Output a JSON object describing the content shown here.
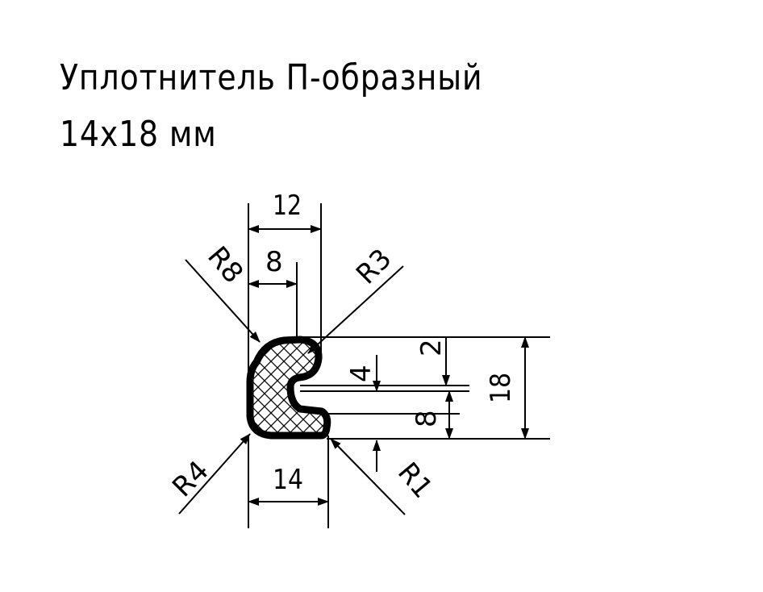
{
  "title": {
    "line1": "Уплотнитель П-образный",
    "line2": "14x18 мм"
  },
  "dimensions": {
    "width_top": "12",
    "width_inner": "8",
    "width_bottom": "14",
    "height_total": "18",
    "height_bottom": "8",
    "height_top": "2",
    "gap": "4",
    "radius_r8": "R8",
    "radius_r3": "R3",
    "radius_r4": "R4",
    "radius_r1": "R1"
  }
}
